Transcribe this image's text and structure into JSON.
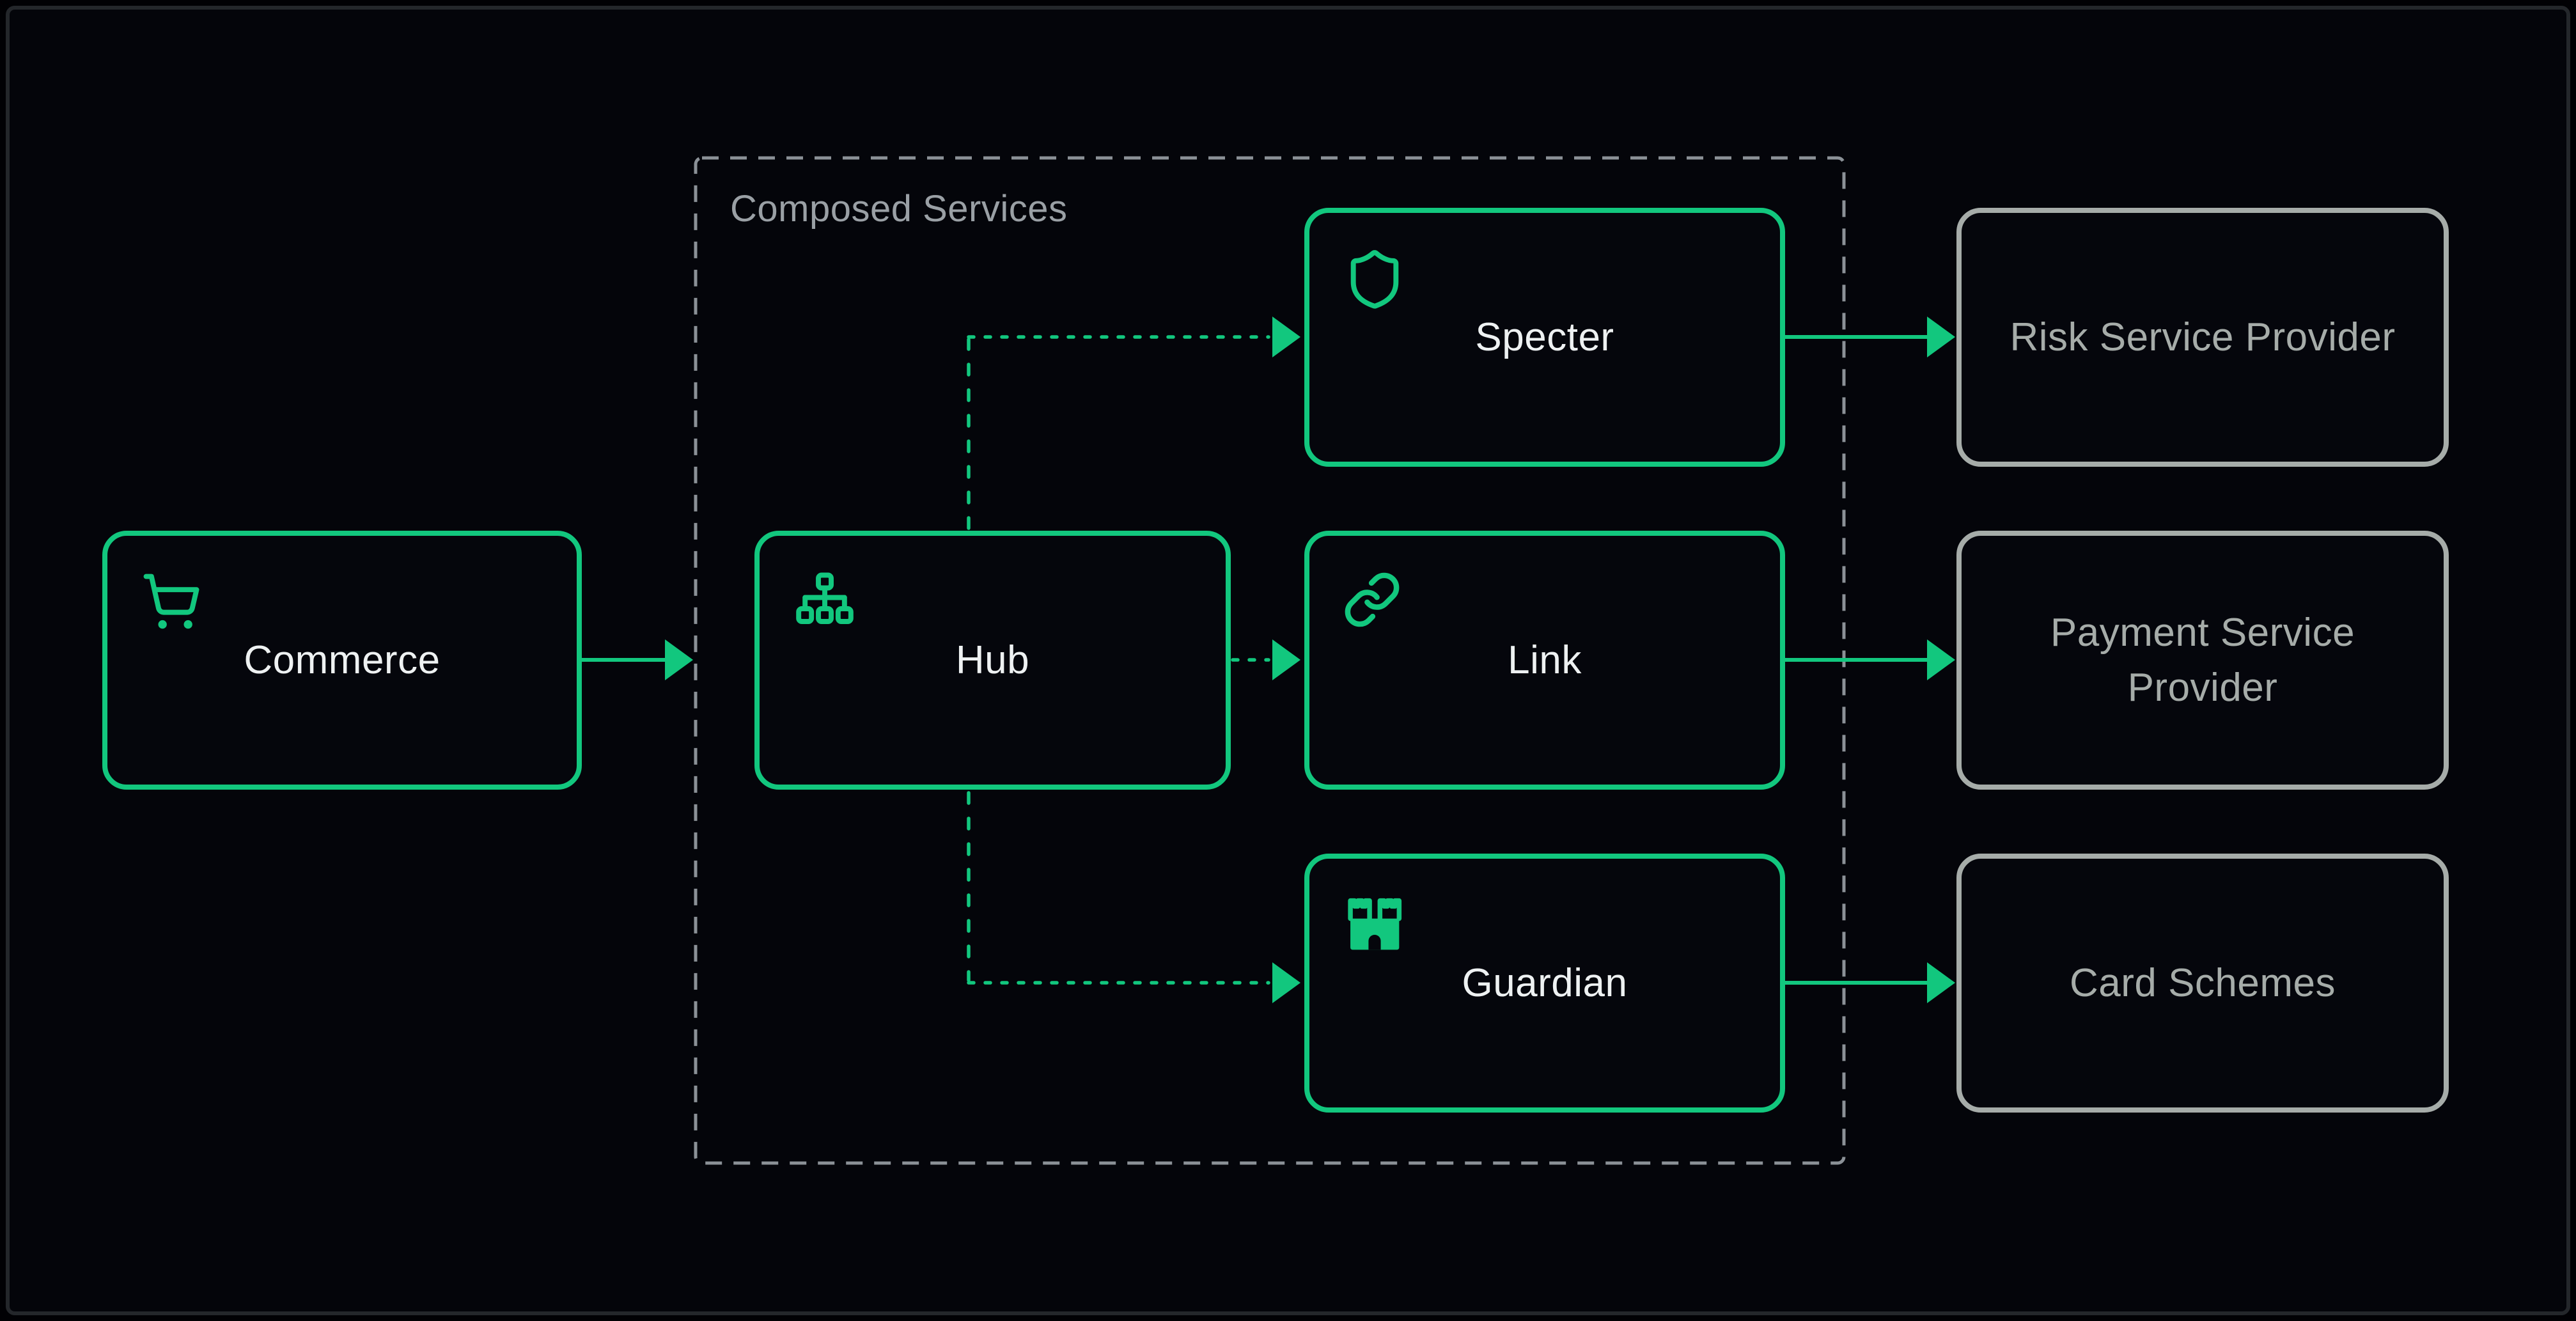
{
  "group": {
    "label": "Composed Services"
  },
  "nodes": {
    "commerce": {
      "label": "Commerce",
      "icon": "shopping-cart"
    },
    "hub": {
      "label": "Hub",
      "icon": "sitemap"
    },
    "specter": {
      "label": "Specter",
      "icon": "shield"
    },
    "link": {
      "label": "Link",
      "icon": "chain-link"
    },
    "guardian": {
      "label": "Guardian",
      "icon": "castle"
    },
    "risk_provider": {
      "label": "Risk Service Provider"
    },
    "payment_provider": {
      "label": "Payment Service Provider"
    },
    "card_schemes": {
      "label": "Card Schemes"
    }
  },
  "edges": [
    {
      "from": "commerce",
      "to": "composed-services-group",
      "style": "solid-arrow"
    },
    {
      "from": "hub",
      "to": "specter",
      "style": "dotted-arrow"
    },
    {
      "from": "hub",
      "to": "link",
      "style": "dotted-arrow"
    },
    {
      "from": "hub",
      "to": "guardian",
      "style": "dotted-arrow"
    },
    {
      "from": "specter",
      "to": "risk_provider",
      "style": "solid-arrow"
    },
    {
      "from": "link",
      "to": "payment_provider",
      "style": "solid-arrow"
    },
    {
      "from": "guardian",
      "to": "card_schemes",
      "style": "solid-arrow"
    }
  ],
  "colors": {
    "accent": "#12c77e",
    "node_text": "#eef1f2",
    "muted_border_text": "#a6aca9",
    "group_border": "#8b9197",
    "group_label": "#9aa0a5",
    "background": "#04050a",
    "frame": "#24272b"
  }
}
